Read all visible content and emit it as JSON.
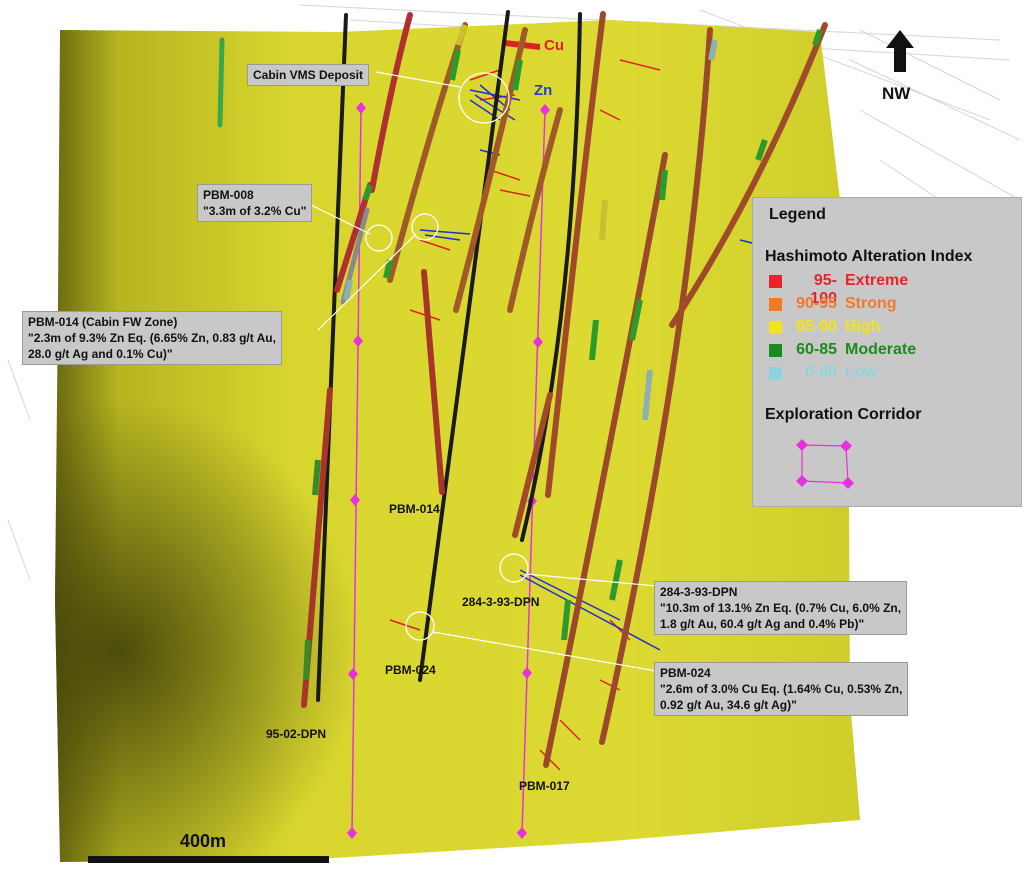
{
  "map": {
    "deposit_label": "Cabin VMS Deposit",
    "cu_label": "Cu",
    "zn_label": "Zn",
    "north_label": "NW",
    "scale_label": "400m"
  },
  "callouts": [
    {
      "title": "PBM-008",
      "text": "\"3.3m of 3.2% Cu\""
    },
    {
      "title": "PBM-014 (Cabin FW Zone)",
      "text": "\"2.3m of 9.3% Zn Eq. (6.65% Zn, 0.83 g/t Au,\n28.0 g/t Ag and 0.1% Cu)\""
    },
    {
      "title": "284-3-93-DPN",
      "text": "\"10.3m of 13.1% Zn Eq. (0.7% Cu, 6.0% Zn,\n1.8 g/t Au, 60.4 g/t Ag and 0.4% Pb)\""
    },
    {
      "title": "PBM-024",
      "text": "\"2.6m of 3.0% Cu Eq. (1.64% Cu, 0.53% Zn,\n0.92 g/t Au, 34.6 g/t Ag)\""
    }
  ],
  "hole_labels": [
    "PBM-014",
    "284-3-93-DPN",
    "PBM-024",
    "95-02-DPN",
    "PBM-017"
  ],
  "legend": {
    "title": "Legend",
    "subtitle": "Hashimoto Alteration Index",
    "items": [
      {
        "range": "95-100",
        "class": "Extreme",
        "color": "#e8242a"
      },
      {
        "range": "90-95",
        "class": "Strong",
        "color": "#f07a2a"
      },
      {
        "range": "85-90",
        "class": "High",
        "color": "#f2e41c"
      },
      {
        "range": "60-85",
        "class": "Moderate",
        "color": "#1e8a1e"
      },
      {
        "range": "0-60",
        "class": "Low",
        "color": "#8fd3e0"
      }
    ],
    "corridor_title": "Exploration Corridor"
  },
  "colors": {
    "surface": "#d4d22a",
    "corridor": "#e830e0",
    "drillhole_black": "#1a1a1a",
    "callout_bg": "#c8c8c8"
  }
}
